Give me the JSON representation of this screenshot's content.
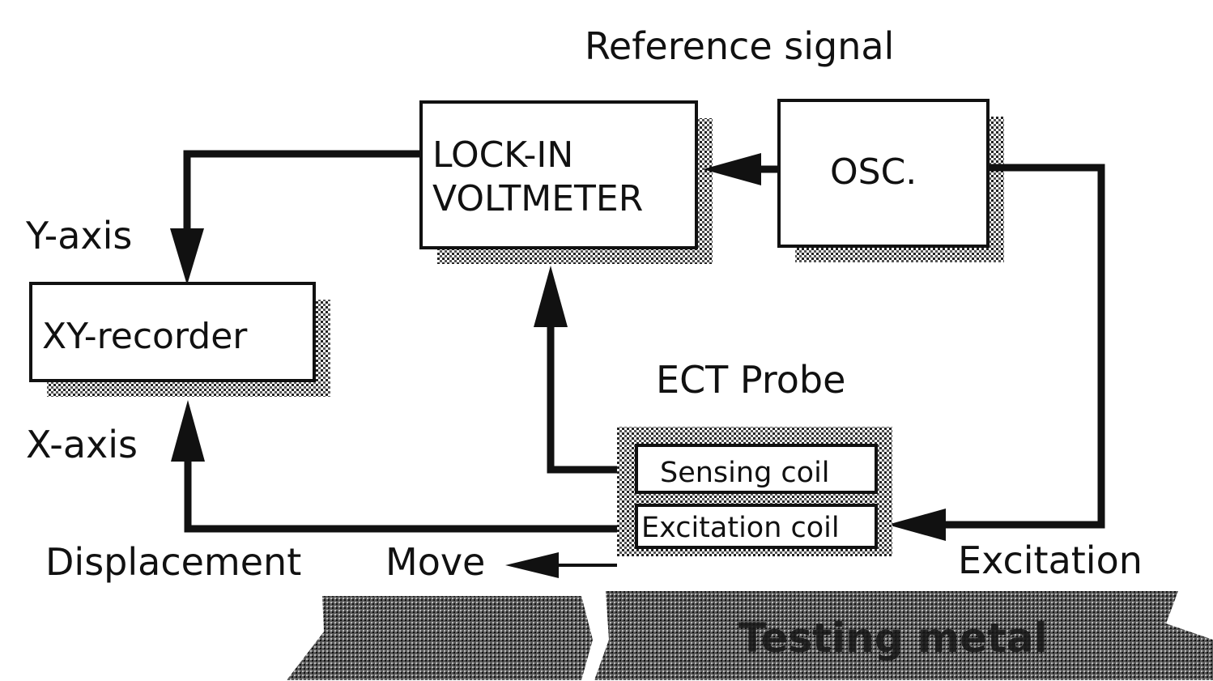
{
  "labels": {
    "reference_signal": "Reference signal",
    "lockin_line1": "LOCK-IN",
    "lockin_line2": "VOLTMETER",
    "osc": "OSC.",
    "y_axis": "Y-axis",
    "xy_recorder": "XY-recorder",
    "x_axis": "X-axis",
    "ect_probe": "ECT Probe",
    "sensing_coil": "Sensing coil",
    "excitation_coil": "Excitation coil",
    "displacement": "Displacement",
    "move": "Move",
    "excitation": "Excitation",
    "testing_metal": "Testing metal"
  },
  "colors": {
    "ink": "#111111",
    "background": "#ffffff",
    "stipple": "#8a8a8a"
  }
}
